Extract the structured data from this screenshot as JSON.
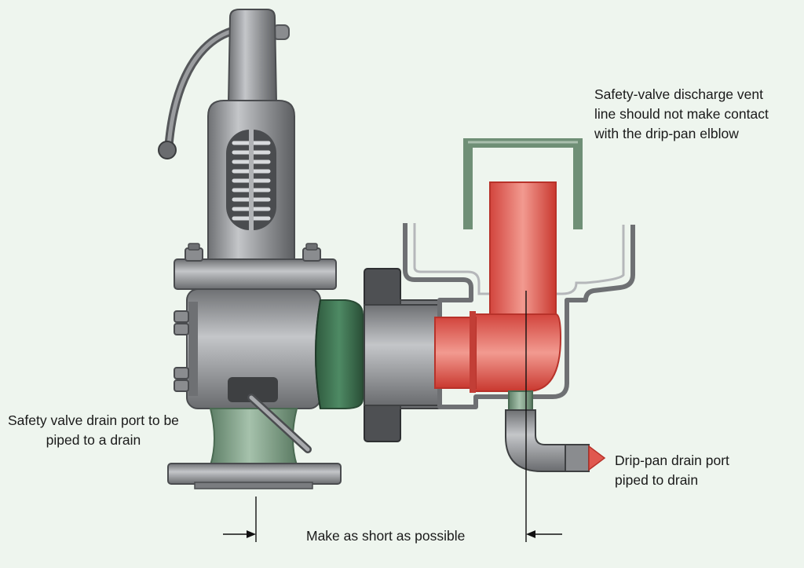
{
  "labels": {
    "vent_line": [
      "Safety-valve discharge vent",
      "line should not make contact",
      "with the drip-pan elblow"
    ],
    "valve_drain": [
      "Safety valve drain port to be",
      "piped to a drain"
    ],
    "drip_pan_drain": [
      "Drip-pan drain port",
      "piped to drain"
    ],
    "dimension": "Make as short as possible"
  },
  "colors": {
    "background": "#eef5ee",
    "steel": "#8a8c8f",
    "steel_dark": "#55575a",
    "steel_light": "#b9bbbe",
    "pipe_red": "#e0584f",
    "pipe_red_light": "#f09088",
    "drip_pan_green": "#7a9a80",
    "nozzle_green": "#4a7a5a"
  }
}
